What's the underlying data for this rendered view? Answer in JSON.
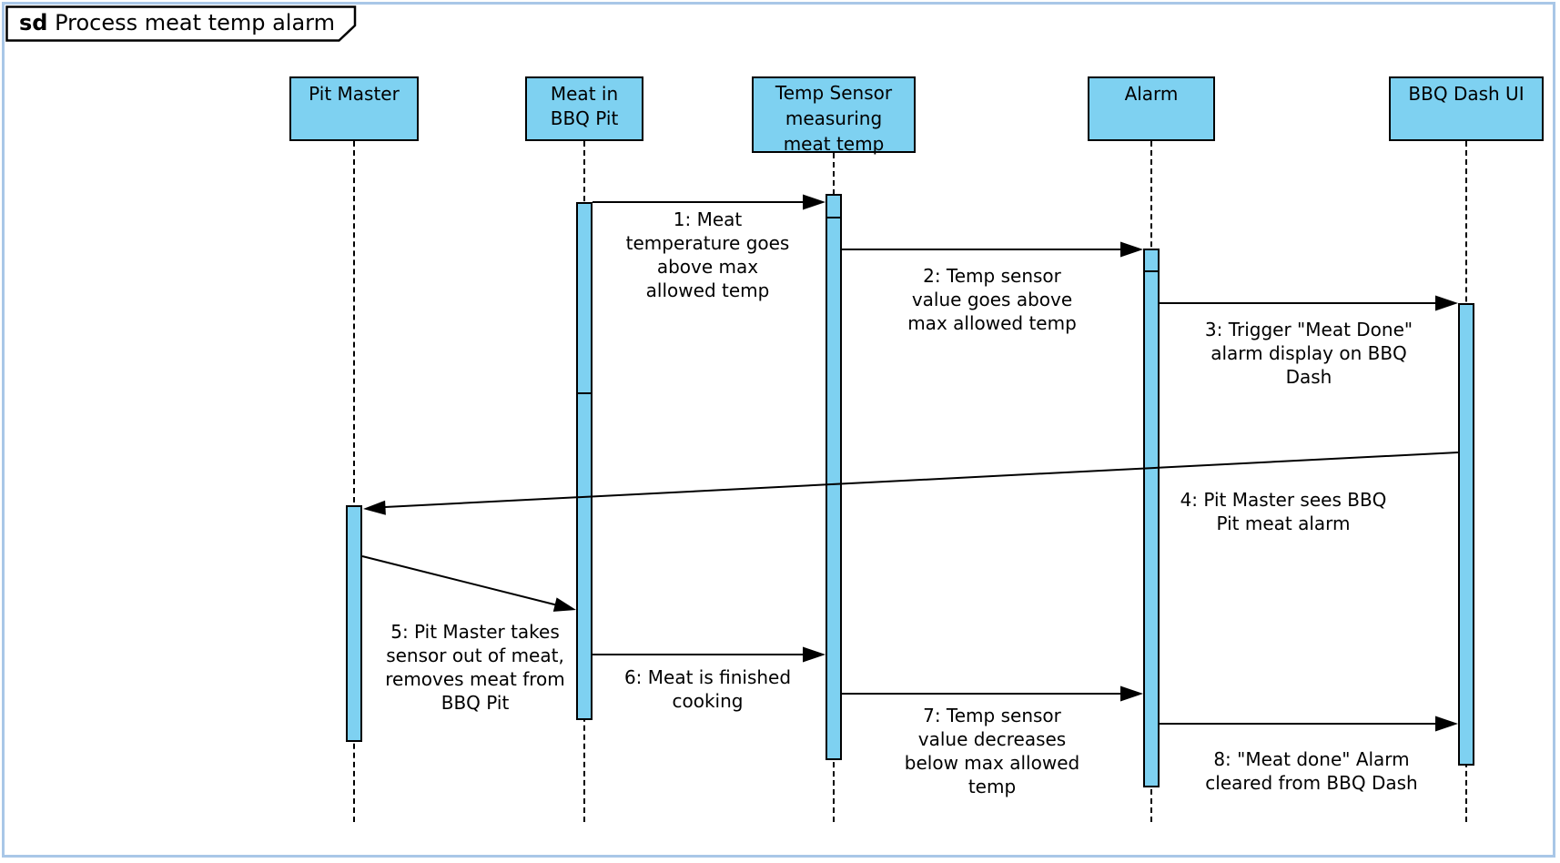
{
  "frame": {
    "label_keyword": "sd",
    "label_title": " Process meat temp alarm"
  },
  "colors": {
    "shape_fill": "#7ED1F1",
    "shape_border": "#000000",
    "frame_border": "#A9C7E7",
    "message_line": "#000000",
    "background": "#FFFFFF"
  },
  "lifelines": [
    {
      "id": "pit-master",
      "label": "Pit Master"
    },
    {
      "id": "meat-in-bbq-pit",
      "label": "Meat in\nBBQ Pit"
    },
    {
      "id": "temp-sensor",
      "label": "Temp Sensor\nmeasuring\nmeat temp"
    },
    {
      "id": "alarm",
      "label": "Alarm"
    },
    {
      "id": "bbq-dash-ui",
      "label": "BBQ Dash UI"
    }
  ],
  "messages": [
    {
      "num": "1",
      "label": "1: Meat\ntemperature goes\nabove max\nallowed temp",
      "from": "Meat in BBQ Pit",
      "to": "Temp Sensor measuring meat temp"
    },
    {
      "num": "2",
      "label": "2: Temp sensor\nvalue goes above\nmax allowed temp",
      "from": "Temp Sensor measuring meat temp",
      "to": "Alarm"
    },
    {
      "num": "3",
      "label": "3: Trigger \"Meat Done\"\nalarm display on BBQ\nDash",
      "from": "Alarm",
      "to": "BBQ Dash UI"
    },
    {
      "num": "4",
      "label": "4: Pit Master sees BBQ\nPit meat alarm",
      "from": "BBQ Dash UI",
      "to": "Pit Master"
    },
    {
      "num": "5",
      "label": "5: Pit Master takes\nsensor out of meat,\nremoves meat from\nBBQ Pit",
      "from": "Pit Master",
      "to": "Meat in BBQ Pit"
    },
    {
      "num": "6",
      "label": "6: Meat is finished\ncooking",
      "from": "Meat in BBQ Pit",
      "to": "Temp Sensor measuring meat temp"
    },
    {
      "num": "7",
      "label": "7: Temp sensor\nvalue decreases\nbelow max allowed\ntemp",
      "from": "Temp Sensor measuring meat temp",
      "to": "Alarm"
    },
    {
      "num": "8",
      "label": "8: \"Meat done\" Alarm\ncleared from BBQ Dash",
      "from": "Alarm",
      "to": "BBQ Dash UI"
    }
  ]
}
